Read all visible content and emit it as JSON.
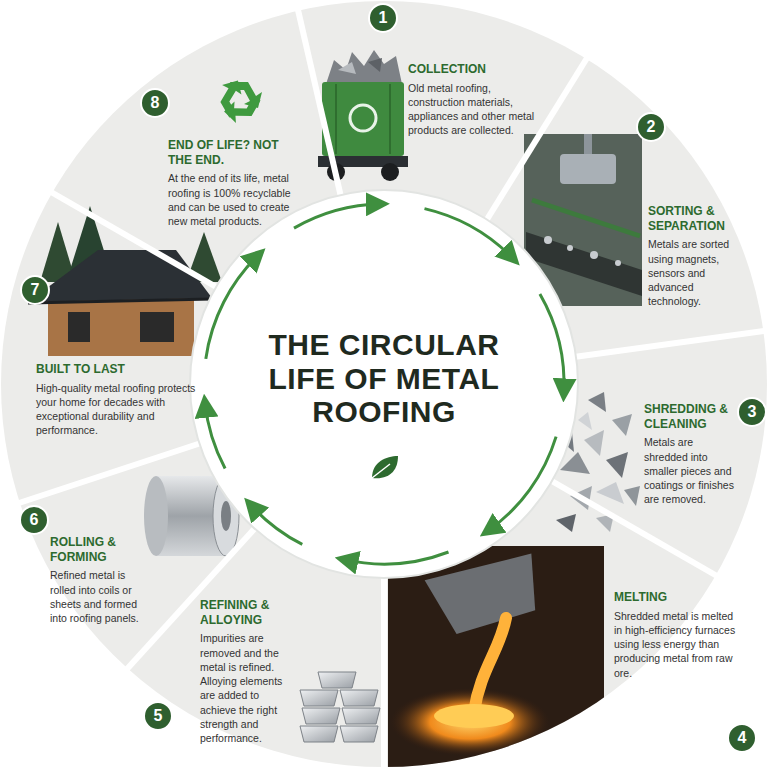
{
  "diagram": {
    "title": "THE CIRCULAR LIFE OF METAL ROOFING",
    "nodes": [
      {
        "text": [
          "COLLECTION",
          "Old metal roofing, construction materials, appliances and other metal products are collected."
        ]
      },
      {
        "text": [
          "SORTING & SEPARATION",
          "Metals are sorted using magnets, sensors and advanced technology."
        ]
      },
      {
        "text": [
          "SHREDDING & CLEANING",
          "Metals are shredded into smaller pieces and coatings or finishes are removed."
        ]
      },
      {
        "text": [
          "MELTING",
          "Shredded metal is melted in high-efficiency furnaces using less energy than producing metal from raw ore."
        ]
      },
      {
        "text": [
          "REFINING & ALLOYING",
          "Impurities are removed and the metal is refined. Alloying elements are added to achieve the right strength and performance."
        ]
      },
      {
        "text": [
          "ROLLING & FORMING",
          "Refined metal is rolled into coils or sheets and formed into roofing panels."
        ]
      },
      {
        "text": [
          "BUILT TO LAST",
          "High-quality metal roofing protects your home for decades with exceptional durability and performance."
        ]
      },
      {
        "text": [
          "END OF LIFE? NOT THE END.",
          "At the end of its life, metal roofing is 100% recyclable and can be used to create new metal products."
        ]
      }
    ],
    "edges": [
      {
        "from": 0,
        "to": 1,
        "arrow": "to"
      },
      {
        "from": 1,
        "to": 2,
        "arrow": "to"
      },
      {
        "from": 2,
        "to": 3,
        "arrow": "to"
      },
      {
        "from": 3,
        "to": 4,
        "arrow": "to"
      },
      {
        "from": 4,
        "to": 5,
        "arrow": "to"
      },
      {
        "from": 5,
        "to": 6,
        "arrow": "to"
      },
      {
        "from": 6,
        "to": 7,
        "arrow": "to"
      },
      {
        "from": 7,
        "to": 0,
        "arrow": "to"
      }
    ],
    "labels": [
      "1",
      "2",
      "3",
      "4",
      "5",
      "6",
      "7",
      "8"
    ]
  }
}
